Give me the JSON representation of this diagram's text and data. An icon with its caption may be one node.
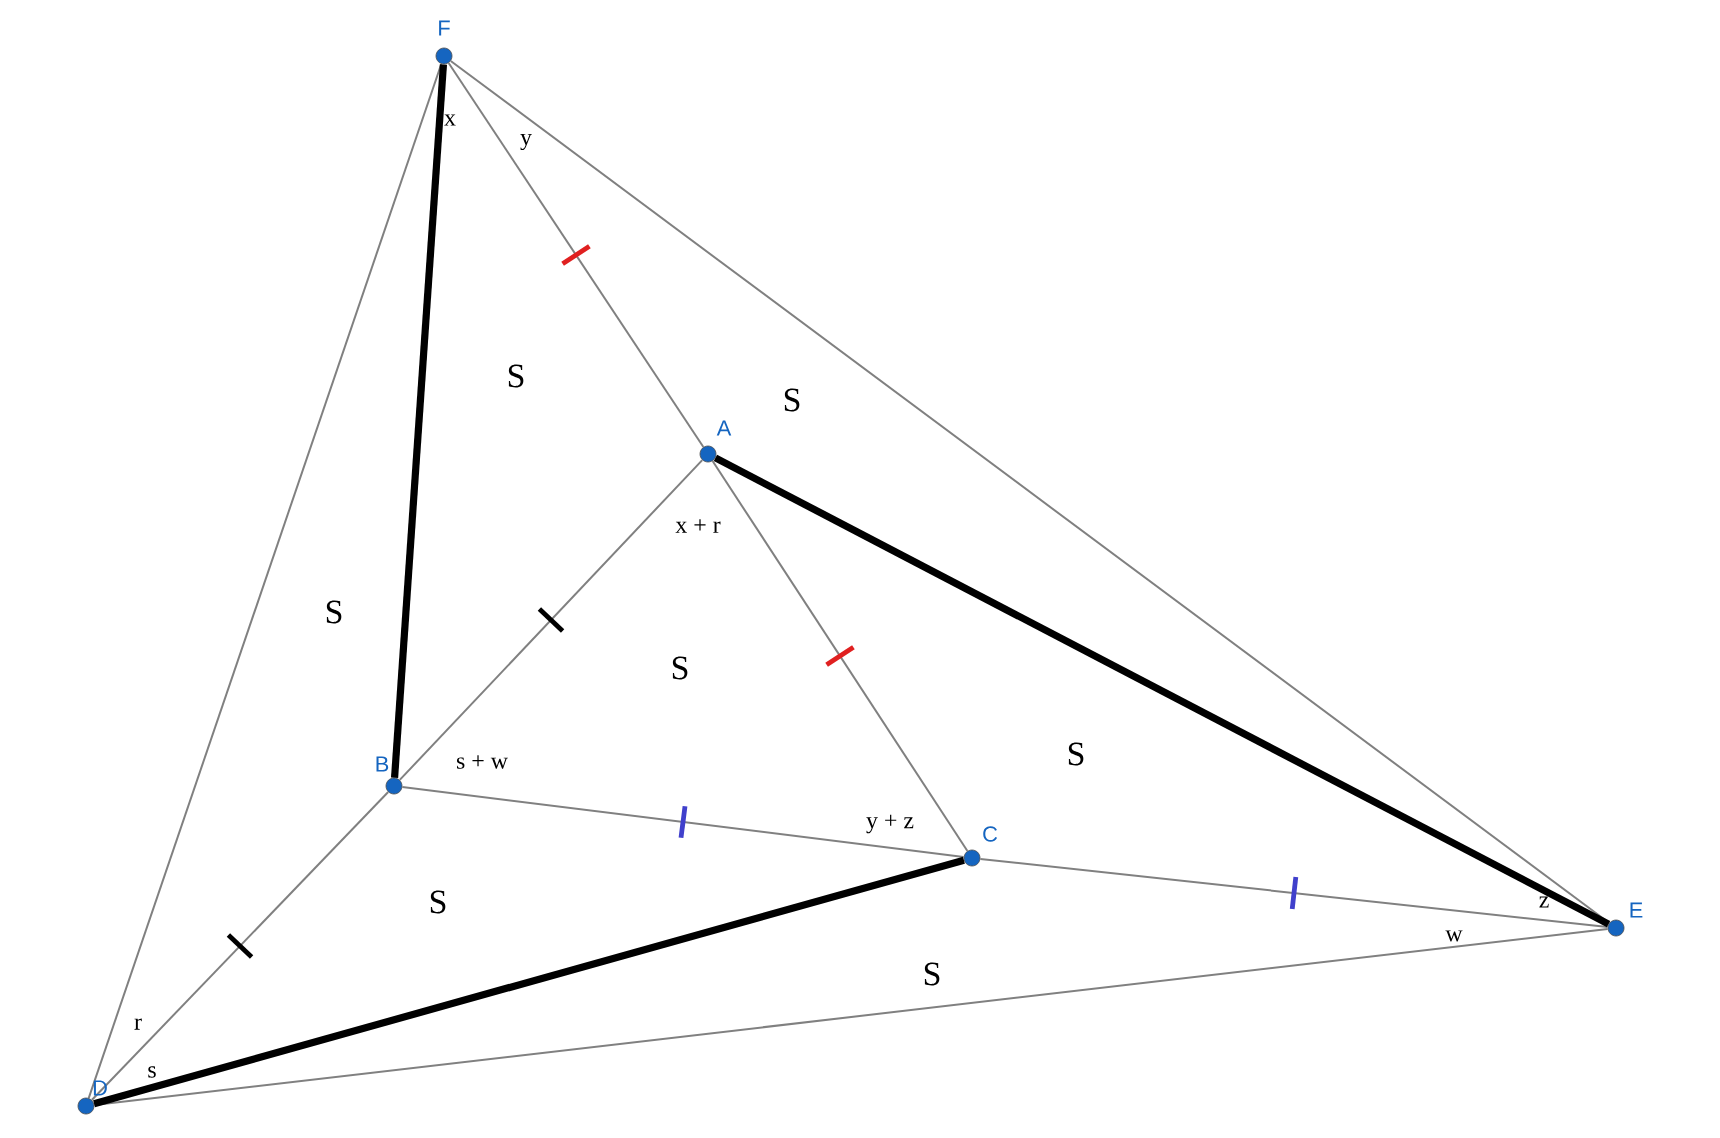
{
  "diagram": {
    "nodes": [
      {
        "text": [],
        "shape": "circle",
        "beside": [
          "F"
        ]
      },
      {
        "text": [],
        "shape": "circle",
        "beside": [
          "A"
        ]
      },
      {
        "text": [],
        "shape": "circle",
        "beside": [
          "B"
        ]
      },
      {
        "text": [],
        "shape": "circle",
        "beside": [
          "C"
        ]
      },
      {
        "text": [],
        "shape": "circle",
        "beside": [
          "D"
        ]
      },
      {
        "text": [],
        "shape": "circle",
        "beside": [
          "E"
        ]
      }
    ],
    "edges": [
      {
        "from": 0,
        "to": 1,
        "arrow": "none"
      },
      {
        "from": 1,
        "to": 3,
        "arrow": "none"
      },
      {
        "from": 1,
        "to": 2,
        "arrow": "none"
      },
      {
        "from": 2,
        "to": 4,
        "arrow": "none"
      },
      {
        "from": 2,
        "to": 3,
        "arrow": "none"
      },
      {
        "from": 3,
        "to": 5,
        "arrow": "none"
      },
      {
        "from": 0,
        "to": 4,
        "arrow": "none"
      },
      {
        "from": 0,
        "to": 5,
        "arrow": "none"
      },
      {
        "from": 4,
        "to": 5,
        "arrow": "none"
      },
      {
        "from": 0,
        "to": 2,
        "arrow": "none",
        "style": "thick",
        "color": "#000000"
      },
      {
        "from": 1,
        "to": 5,
        "arrow": "none",
        "style": "thick",
        "color": "#000000"
      },
      {
        "from": 4,
        "to": 3,
        "arrow": "none",
        "style": "thick",
        "color": "#000000"
      }
    ],
    "labels": [
      "x",
      "y",
      "S",
      "S",
      "x + r",
      "S",
      "S",
      "s + w",
      "S",
      "y + z",
      "S",
      "z",
      "w",
      "S",
      "r",
      "s"
    ]
  }
}
